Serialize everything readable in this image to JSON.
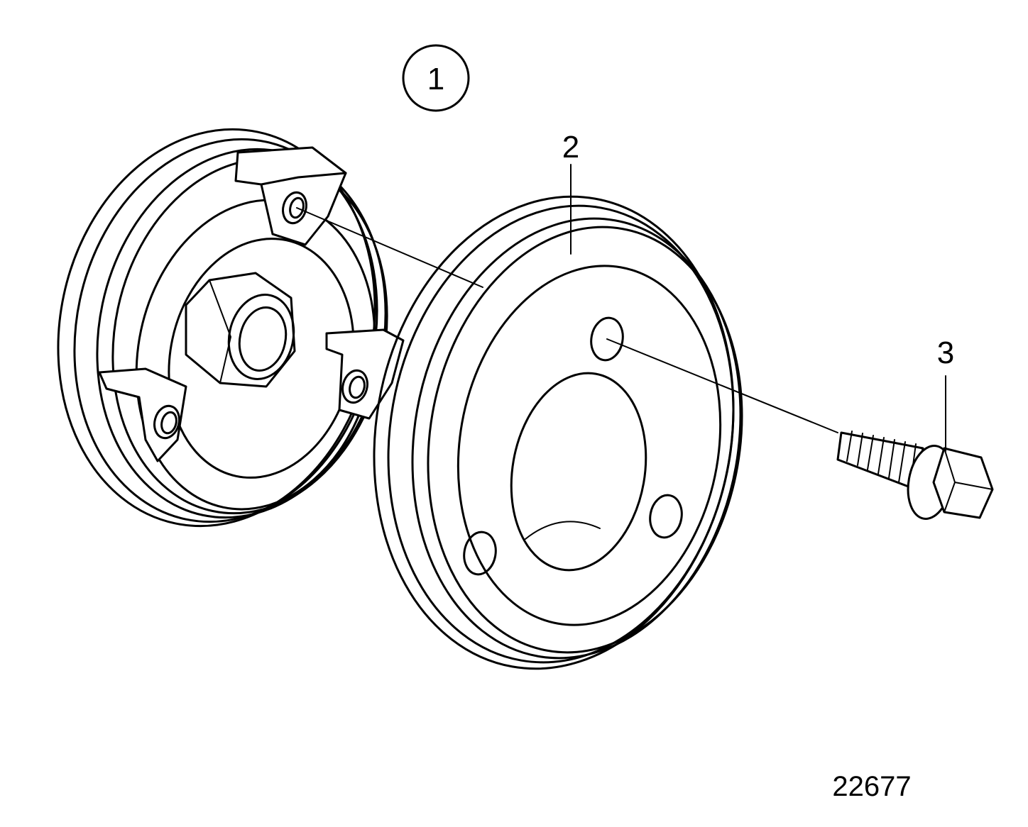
{
  "diagram": {
    "group_label": "1",
    "figure_number": "22677",
    "parts": [
      {
        "label": "2",
        "icon": "pulley-icon"
      },
      {
        "label": "3",
        "icon": "flange-bolt-icon"
      }
    ],
    "assembly_icon": "pulley-hub-icon"
  }
}
